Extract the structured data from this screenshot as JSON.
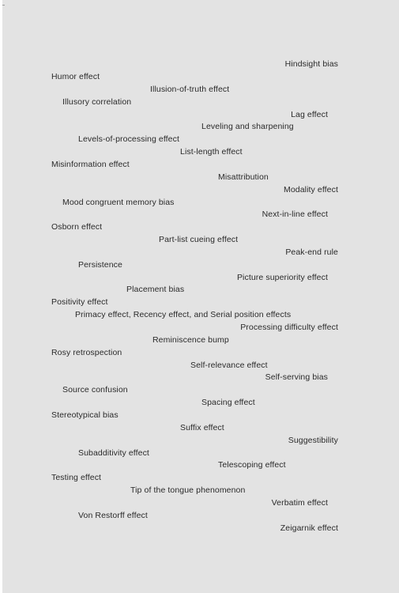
{
  "document": {
    "entries": [
      "Hindsight bias",
      "Humor effect",
      "Illusion-of-truth effect",
      "Illusory correlation",
      "Lag effect",
      "Leveling and sharpening",
      "Levels-of-processing effect",
      "List-length effect",
      "Misinformation effect",
      "Misattribution",
      "Modality effect",
      "Mood congruent memory bias",
      "Next-in-line effect",
      "Osborn effect",
      "Part-list cueing effect",
      "Peak-end rule",
      "Persistence",
      "Picture superiority effect",
      "Placement bias",
      "Positivity effect",
      "Primacy effect, Recency effect, and Serial position effects",
      "Processing difficulty effect",
      "Reminiscence bump",
      "Rosy retrospection",
      "Self-relevance effect",
      "Self-serving bias",
      "Source confusion",
      "Spacing effect",
      "Stereotypical bias",
      "Suffix effect",
      "Suggestibility",
      "Subadditivity effect",
      "Telescoping effect",
      "Testing effect",
      "Tip of the tongue phenomenon",
      "Verbatim effect",
      "Von Restorff effect",
      "Zeigarnik effect"
    ]
  }
}
